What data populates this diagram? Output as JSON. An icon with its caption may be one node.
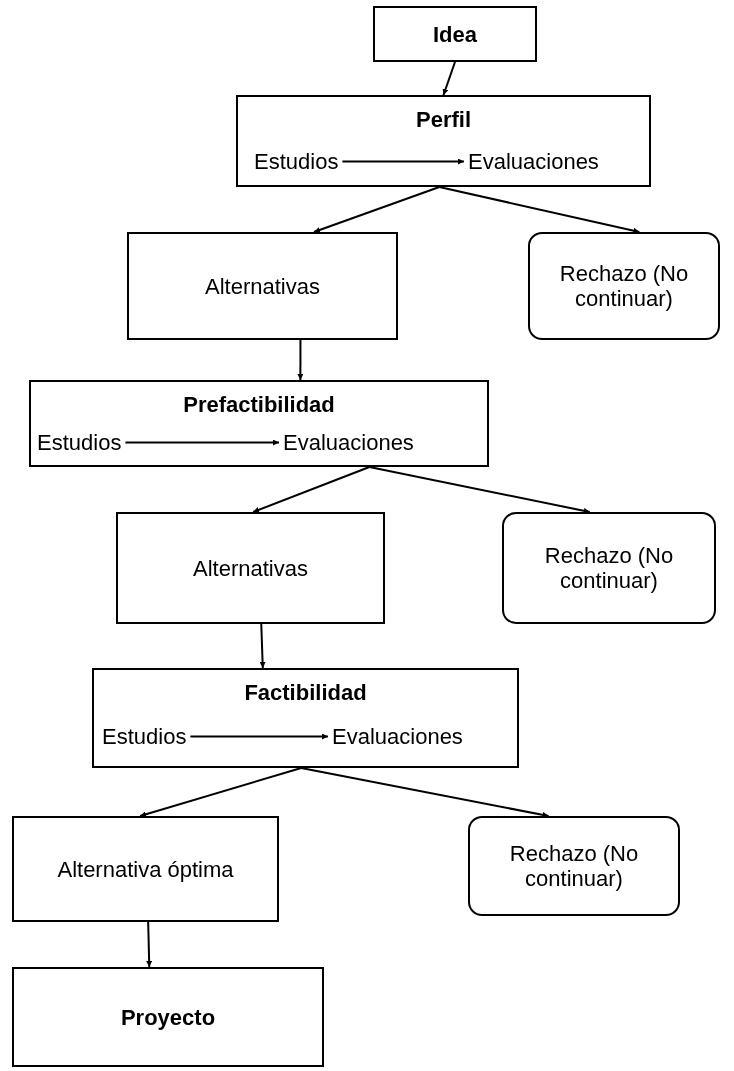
{
  "diagram": {
    "nodes": [
      {
        "text": [
          "Idea"
        ]
      },
      {
        "text": [
          "Perfil"
        ]
      },
      {
        "text": [
          "Estudios"
        ],
        "in": 1
      },
      {
        "text": [
          "Evaluaciones"
        ],
        "in": 1
      },
      {
        "text": [
          "Alternativas"
        ]
      },
      {
        "text": [
          "Rechazo (No continuar)"
        ]
      },
      {
        "text": [
          "Prefactibilidad"
        ]
      },
      {
        "text": [
          "Estudios"
        ],
        "in": 6
      },
      {
        "text": [
          "Evaluaciones"
        ],
        "in": 6
      },
      {
        "text": [
          "Alternativas"
        ]
      },
      {
        "text": [
          "Rechazo (No continuar)"
        ]
      },
      {
        "text": [
          "Factibilidad"
        ]
      },
      {
        "text": [
          "Estudios"
        ],
        "in": 11
      },
      {
        "text": [
          "Evaluaciones"
        ],
        "in": 11
      },
      {
        "text": [
          "Alternativa óptima"
        ]
      },
      {
        "text": [
          "Rechazo (No continuar)"
        ]
      },
      {
        "text": [
          "Proyecto"
        ]
      }
    ],
    "edges": [
      {
        "from": 0,
        "to": 1,
        "arrow": "to"
      },
      {
        "from": 2,
        "to": 3,
        "arrow": "to"
      },
      {
        "from": 1,
        "to": 4,
        "arrow": "to"
      },
      {
        "from": 1,
        "to": 5,
        "arrow": "to"
      },
      {
        "from": 4,
        "to": 6,
        "arrow": "to"
      },
      {
        "from": 7,
        "to": 8,
        "arrow": "to"
      },
      {
        "from": 6,
        "to": 9,
        "arrow": "to"
      },
      {
        "from": 6,
        "to": 10,
        "arrow": "to"
      },
      {
        "from": 9,
        "to": 11,
        "arrow": "to"
      },
      {
        "from": 12,
        "to": 13,
        "arrow": "to"
      },
      {
        "from": 11,
        "to": 14,
        "arrow": "to"
      },
      {
        "from": 11,
        "to": 15,
        "arrow": "to"
      },
      {
        "from": 14,
        "to": 16,
        "arrow": "to"
      }
    ]
  }
}
